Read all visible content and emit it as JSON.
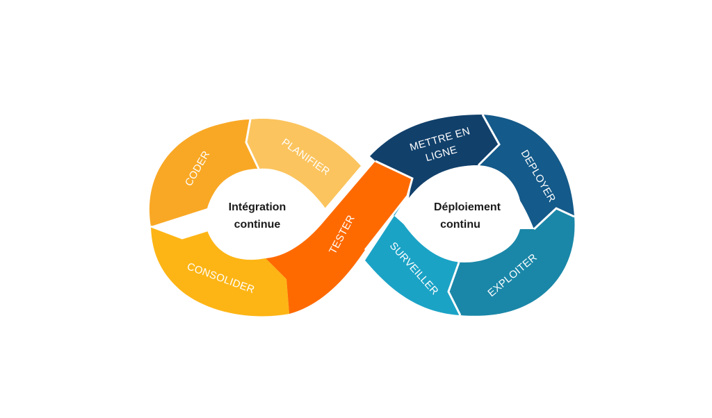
{
  "diagram": {
    "left_loop": {
      "center_line1": "Intégration",
      "center_line2": "continue"
    },
    "right_loop": {
      "center_line1": "Déploiement",
      "center_line2": "continu"
    },
    "segments": {
      "coder": "CODER",
      "planifier": "PLANIFIER",
      "consolider": "CONSOLIDER",
      "tester": "TESTER",
      "mettre_en_ligne_1": "METTRE EN",
      "mettre_en_ligne_2": "LIGNE",
      "deployer": "DEPLOYER",
      "surveiller": "SURVEILLER",
      "exploiter": "EXPLOITER"
    },
    "colors": {
      "coder": "#F9A825",
      "planifier": "#FBC45E",
      "consolider": "#FDB515",
      "tester": "#FF6A00",
      "mettre_en_ligne": "#11406B",
      "deployer": "#145A8A",
      "surveiller": "#1BA3C6",
      "exploiter": "#1A87A8"
    }
  }
}
